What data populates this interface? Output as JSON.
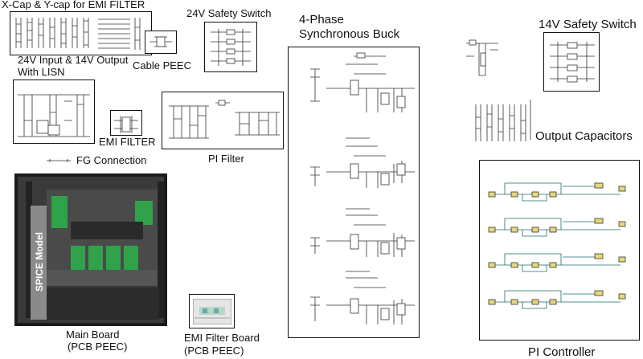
{
  "labels": {
    "xy_cap": "X-Cap & Y-cap for EMI FILTER",
    "sw24": "24V Safety Switch",
    "cable": "Cable PEEC",
    "in14_l1": "24V Input & 14V Output",
    "in14_l2": "With LISN",
    "emi": "EMI FILTER",
    "fg": "FG Connection",
    "pi_filter": "PI Filter",
    "buck_l1": "4-Phase",
    "buck_l2": "Synchronous Buck",
    "sw14": "14V Safety Switch",
    "out_caps": "Output Capacitors",
    "pi_ctrl": "PI Controller",
    "main_l1": "Main Board",
    "main_l2": "(PCB PEEC)",
    "emib_l1": "EMI Filter Board",
    "emib_l2": "(PCB PEEC)",
    "spice": "SPICE Model"
  },
  "colors": {
    "pcb_green": "#2fa24a",
    "spice_band": "#8a8a8a",
    "ctrl_wire": "#1f6f6a",
    "ctrl_block": "#e8d77a"
  }
}
